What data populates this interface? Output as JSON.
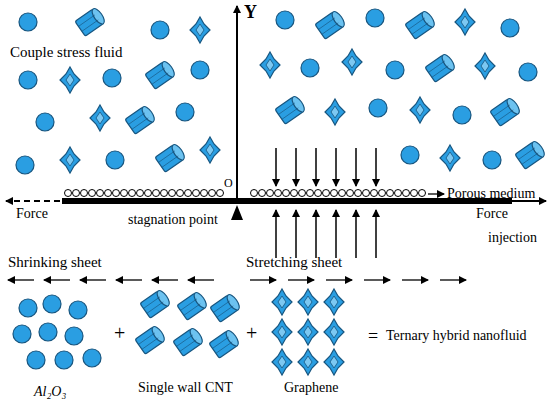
{
  "diagram": {
    "labels": [
      "Y",
      "Couple stress fluid",
      "O",
      "Porous medium",
      "Force",
      "stagnation point",
      "Force",
      "injection",
      "Shrinking sheet",
      "Stretching sheet",
      "+",
      "+",
      "=",
      "Ternary hybrid nanofluid",
      "Al₂O₃",
      "Single wall CNT",
      "Graphene"
    ]
  }
}
